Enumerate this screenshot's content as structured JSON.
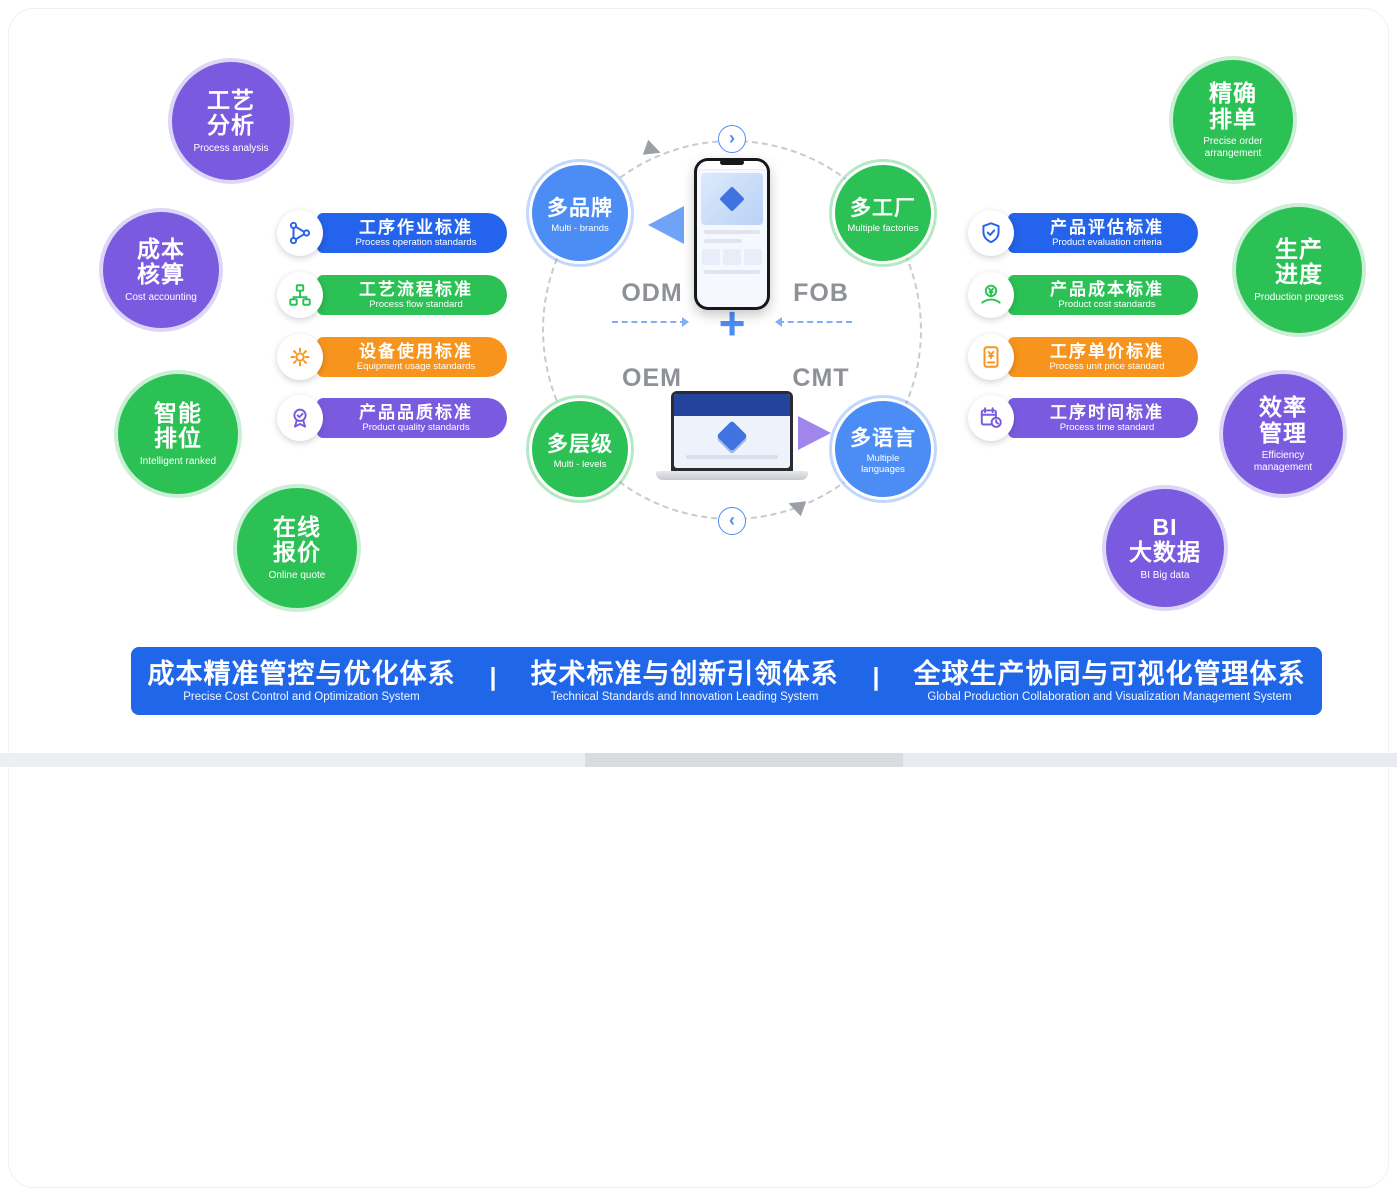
{
  "palette": {
    "purple": "#7A5BE0",
    "green": "#2BC155",
    "node-blue": "#4C8DF5",
    "std-blue": "#2463EB",
    "std-green": "#2BC155",
    "std-orange": "#F7941D",
    "std-purple": "#7A5BE0",
    "footer-blue": "#2066E8"
  },
  "feature_bubbles": {
    "left": [
      {
        "line1": "工艺",
        "line2": "分析",
        "en": "Process analysis",
        "color": "#7A5BE0"
      },
      {
        "line1": "成本",
        "line2": "核算",
        "en": "Cost accounting",
        "color": "#7A5BE0"
      },
      {
        "line1": "智能",
        "line2": "排位",
        "en": "Intelligent ranked",
        "color": "#2BC155"
      },
      {
        "line1": "在线",
        "line2": "报价",
        "en": "Online quote",
        "color": "#2BC155"
      }
    ],
    "right": [
      {
        "line1": "精确",
        "line2": "排单",
        "en": "Precise order arrangement",
        "color": "#2BC155"
      },
      {
        "line1": "生产",
        "line2": "进度",
        "en": "Production progress",
        "color": "#2BC155"
      },
      {
        "line1": "效率",
        "line2": "管理",
        "en": "Efficiency management",
        "color": "#7A5BE0"
      },
      {
        "line1": "BI",
        "line2": "大数据",
        "en": "BI Big data",
        "color": "#7A5BE0"
      }
    ]
  },
  "standards": {
    "left": [
      {
        "zh": "工序作业标准",
        "en": "Process operation standards",
        "color": "#2463EB",
        "icon": "process-operation-icon"
      },
      {
        "zh": "工艺流程标准",
        "en": "Process flow standard",
        "color": "#2BC155",
        "icon": "process-flow-icon"
      },
      {
        "zh": "设备使用标准",
        "en": "Equipment usage standards",
        "color": "#F7941D",
        "icon": "equipment-gear-icon"
      },
      {
        "zh": "产品品质标准",
        "en": "Product quality standards",
        "color": "#7A5BE0",
        "icon": "quality-badge-icon"
      }
    ],
    "right": [
      {
        "zh": "产品评估标准",
        "en": "Product evaluation criteria",
        "color": "#2463EB",
        "icon": "shield-check-icon"
      },
      {
        "zh": "产品成本标准",
        "en": "Product cost standards",
        "color": "#2BC155",
        "icon": "cost-coin-hand-icon"
      },
      {
        "zh": "工序单价标准",
        "en": "Process unit price standard",
        "color": "#F7941D",
        "icon": "price-document-icon"
      },
      {
        "zh": "工序时间标准",
        "en": "Process time standard",
        "color": "#7A5BE0",
        "icon": "time-schedule-icon"
      }
    ]
  },
  "center": {
    "nodes": [
      {
        "zh": "多品牌",
        "en": "Multi - brands",
        "color": "#4C8DF5"
      },
      {
        "zh": "多工厂",
        "en": "Multiple factories",
        "color": "#2BC155"
      },
      {
        "zh": "多层级",
        "en": "Multi - levels",
        "color": "#2BC155"
      },
      {
        "zh": "多语言",
        "en": "Multiple languages",
        "color": "#4C8DF5"
      }
    ],
    "modes": {
      "odm": "ODM",
      "fob": "FOB",
      "oem": "OEM",
      "cmt": "CMT"
    },
    "plus": "+",
    "carousel": {
      "next_glyph": "›",
      "prev_glyph": "‹"
    }
  },
  "footer": {
    "separator": "|",
    "items": [
      {
        "zh": "成本精准管控与优化体系",
        "en": "Precise Cost Control and Optimization System"
      },
      {
        "zh": "技术标准与创新引领体系",
        "en": "Technical Standards and Innovation Leading System"
      },
      {
        "zh": "全球生产协同与可视化管理体系",
        "en": "Global Production Collaboration and Visualization Management System"
      }
    ]
  }
}
